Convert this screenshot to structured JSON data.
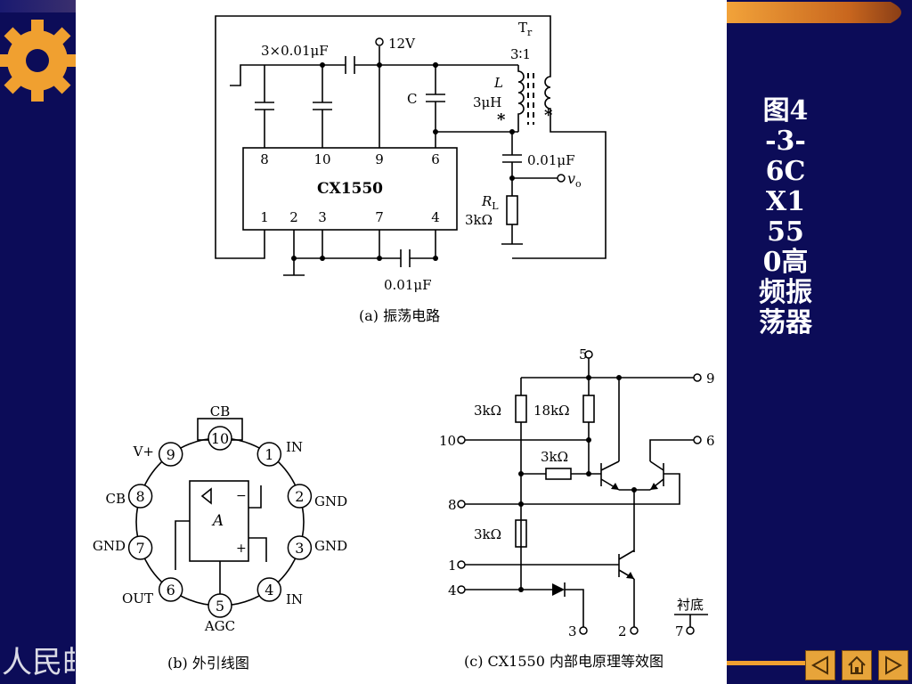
{
  "slide": {
    "side_title": "图4-3-6CX1550高频振荡器",
    "publisher": "人民邮"
  },
  "colors": {
    "background": "#0c0c58",
    "accent_orange": "#f09a2c",
    "nav_button": "#e7a43a"
  },
  "diagram_a": {
    "ic_label": "CX1550",
    "pins_top": [
      "8",
      "10",
      "9",
      "6"
    ],
    "pins_bottom": [
      "1",
      "2",
      "3",
      "7",
      "4"
    ],
    "cap_triple": "3×0.01μF",
    "supply": "12V",
    "transformer": "T",
    "transformer_sub": "r",
    "ratio": "3∶1",
    "cap_c": "C",
    "inductor_name": "L",
    "inductor_value": "3μH",
    "star": "*",
    "cap_out": "0.01μF",
    "output_sym": "v",
    "output_sub": "o",
    "load_name": "R",
    "load_sub": "L",
    "load_value": "3kΩ",
    "cap_bottom": "0.01μF",
    "caption": "(a)  振荡电路"
  },
  "diagram_b": {
    "pins": [
      {
        "num": "10",
        "label": "CB"
      },
      {
        "num": "1",
        "label": "IN"
      },
      {
        "num": "2",
        "label": "GND"
      },
      {
        "num": "3",
        "label": "GND"
      },
      {
        "num": "4",
        "label": "IN"
      },
      {
        "num": "5",
        "label": "AGC"
      },
      {
        "num": "6",
        "label": "OUT"
      },
      {
        "num": "7",
        "label": "GND"
      },
      {
        "num": "8",
        "label": "CB"
      },
      {
        "num": "9",
        "label": "V+"
      }
    ],
    "amp_label": "A",
    "minus": "−",
    "plus": "+",
    "caption": "(b)  外引线图"
  },
  "diagram_c": {
    "terminals": [
      "5",
      "9",
      "10",
      "6",
      "8",
      "1",
      "4",
      "3",
      "2",
      "7"
    ],
    "r1": "3kΩ",
    "r2": "18kΩ",
    "r3": "3kΩ",
    "r4": "3kΩ",
    "substrate": "衬底",
    "caption": "(c)  CX1550 内部电原理等效图"
  },
  "nav": [
    "previous",
    "home",
    "next"
  ]
}
